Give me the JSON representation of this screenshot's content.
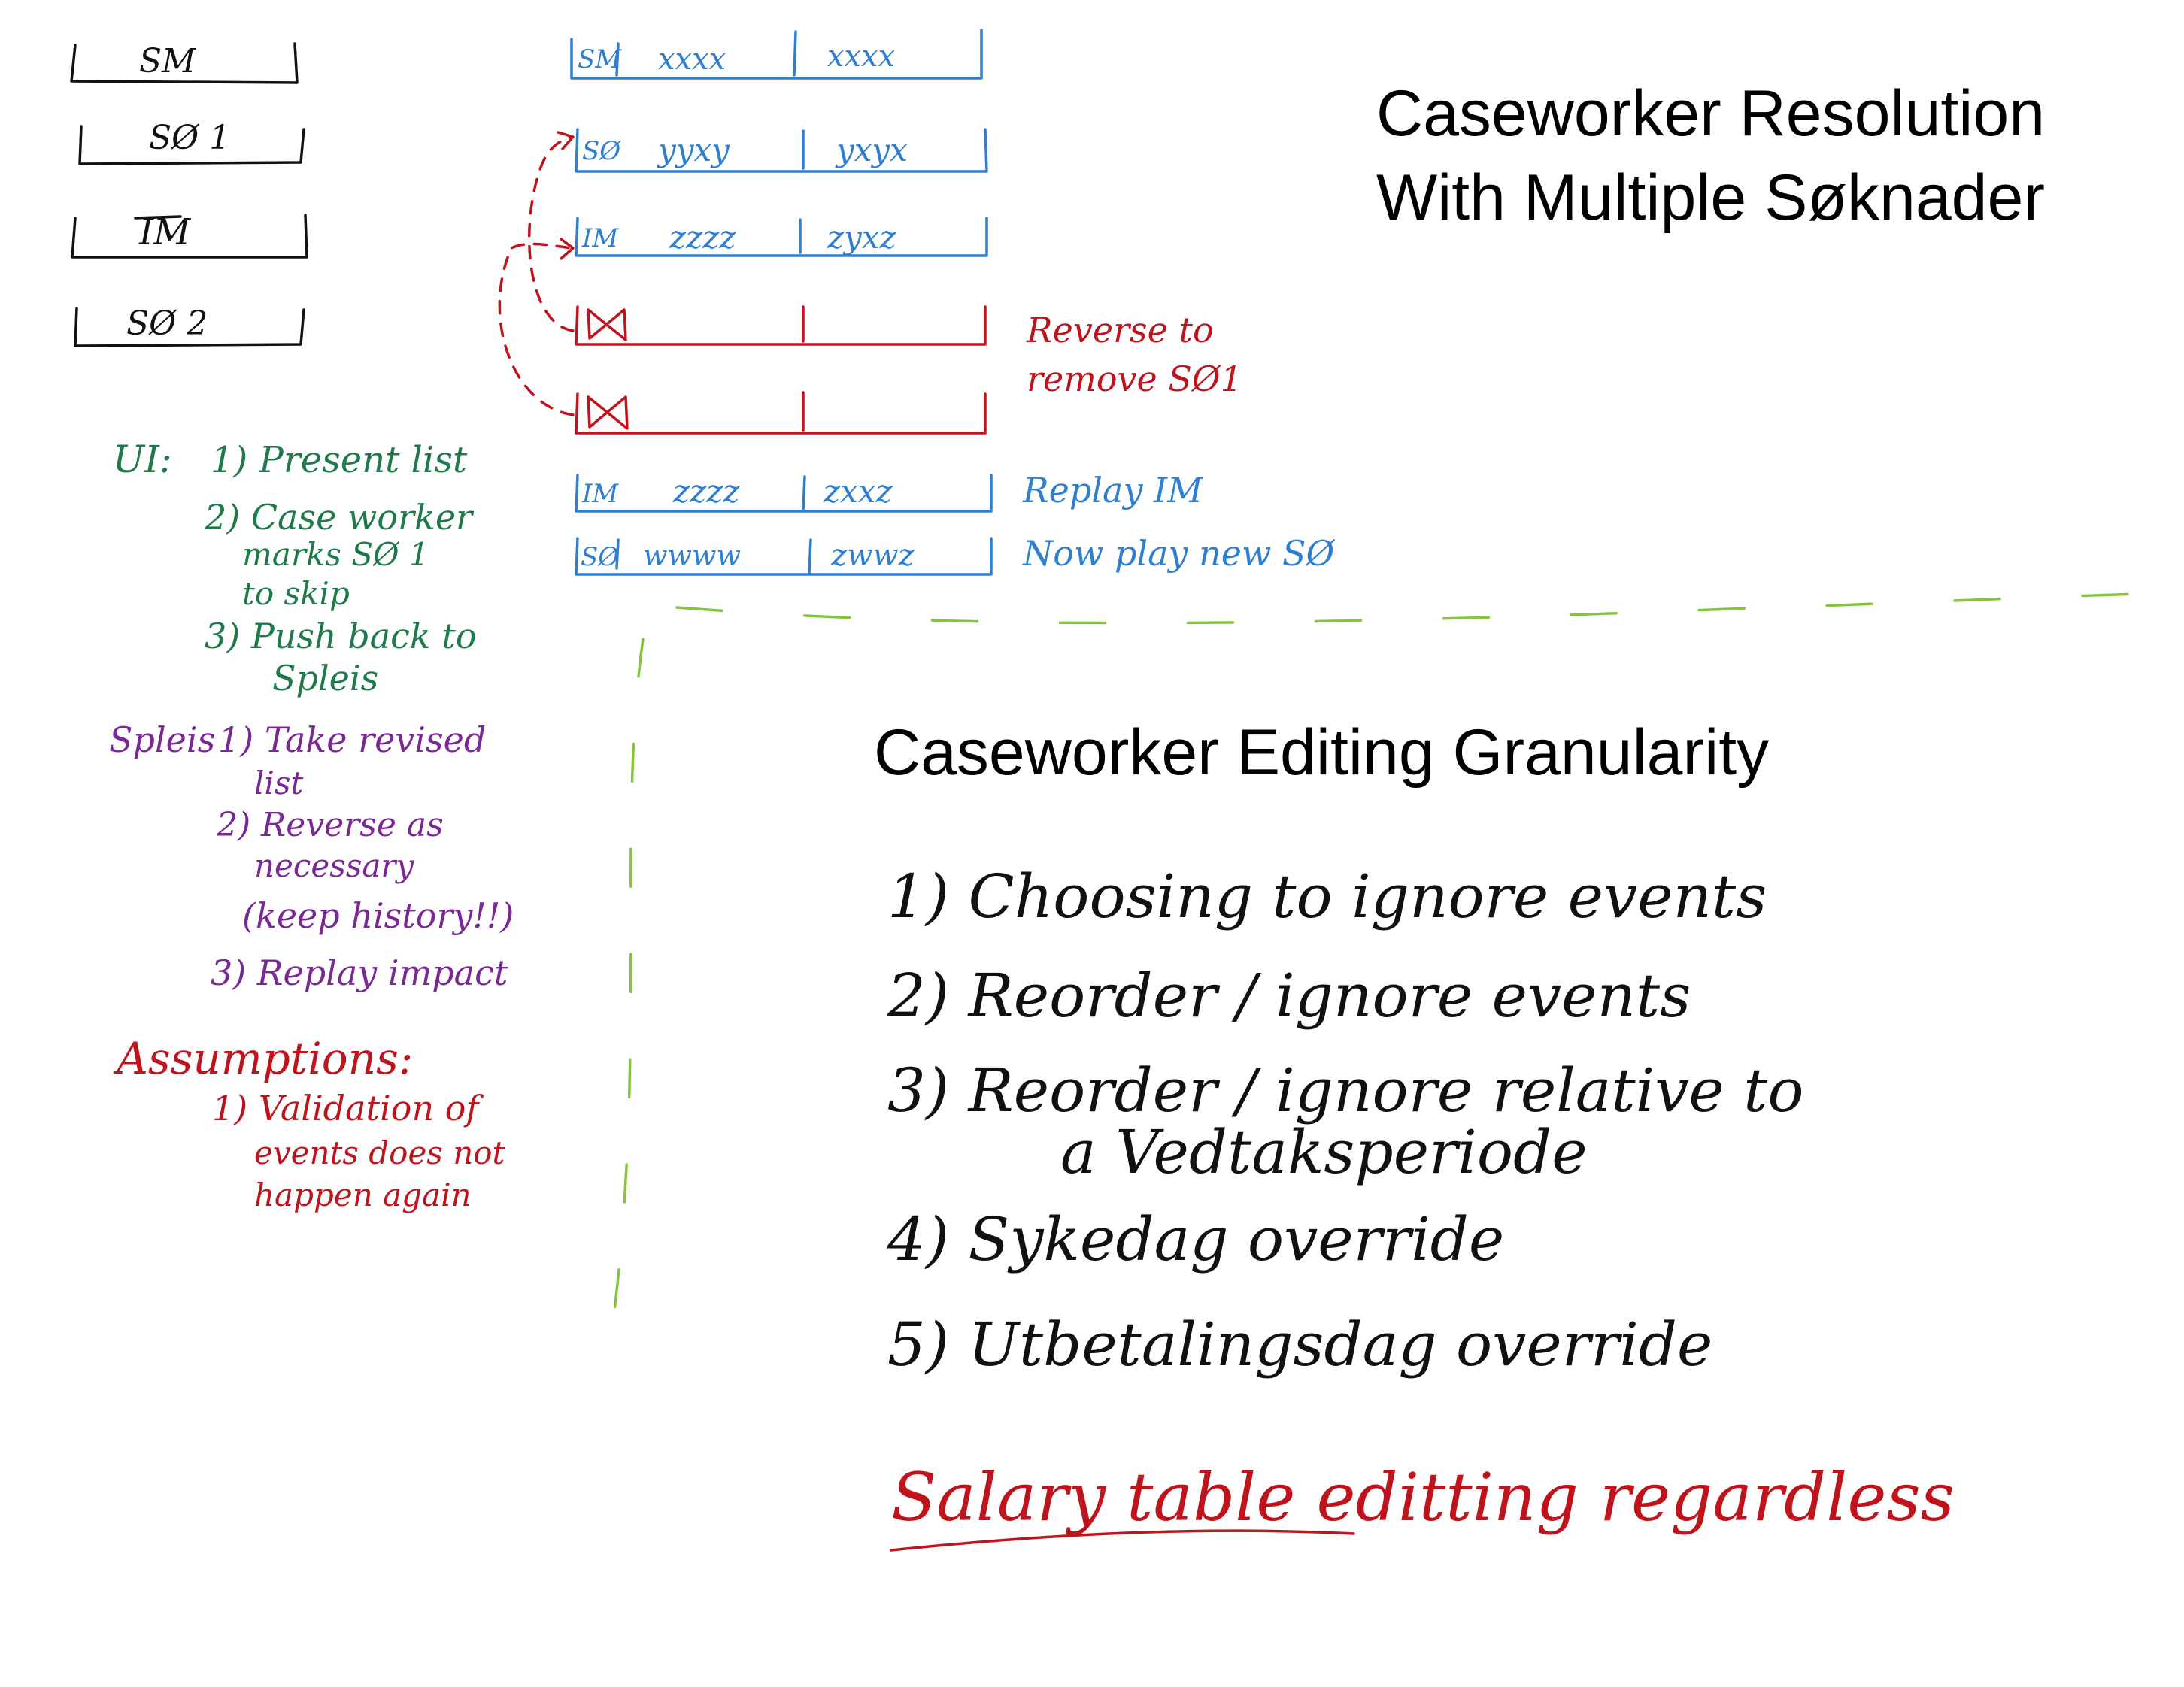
{
  "colors": {
    "black": "#111111",
    "blue": "#2f7fd1",
    "red": "#c0141c",
    "green": "#1f7a4a",
    "purple": "#7a2896",
    "lime": "#86c440"
  },
  "titles": {
    "resolution_line1": "Caseworker Resolution",
    "resolution_line2": "With Multiple Søknader",
    "granularity": "Caseworker Editing Granularity"
  },
  "original_list": {
    "items": [
      "SM",
      "SØ 1",
      "IM",
      "SØ 2"
    ]
  },
  "event_rows": [
    {
      "tag": "SM",
      "left": "xxxx",
      "right": "xxxx",
      "color": "blue"
    },
    {
      "tag": "SØ",
      "left": "yyxy",
      "right": "yxyx",
      "color": "blue"
    },
    {
      "tag": "IM",
      "left": "zzzz",
      "right": "zyxz",
      "color": "blue"
    },
    {
      "tag": "",
      "left": "",
      "right": "",
      "color": "red"
    },
    {
      "tag": "",
      "left": "",
      "right": "",
      "color": "red"
    },
    {
      "tag": "IM",
      "left": "zzzz",
      "right": "zxxz",
      "color": "blue"
    },
    {
      "tag": "SØ",
      "left": "wwww",
      "right": "zwwz",
      "color": "blue"
    }
  ],
  "row_notes": {
    "reverse_line1": "Reverse to",
    "reverse_line2": "remove SØ1",
    "replay_im": "Replay IM",
    "new_play": "Now play new SØ"
  },
  "ui_notes": {
    "heading": "UI:",
    "lines": [
      "1) Present list",
      "2) Case worker",
      "marks SØ 1",
      "to skip",
      "3) Push back to",
      "Spleis"
    ]
  },
  "spleis_notes": {
    "heading": "Spleis",
    "lines": [
      "1) Take revised",
      "list",
      "2) Reverse as",
      "necessary",
      "(keep history!!)",
      "3) Replay impact"
    ]
  },
  "assumptions": {
    "heading": "Assumptions:",
    "lines": [
      "1) Validation of",
      "events does not",
      "happen again"
    ]
  },
  "granularity_items": [
    "1) Choosing to ignore events",
    "2) Reorder / ignore events",
    "3) Reorder / ignore relative to",
    "a Vedtaksperiode",
    "4) Sykedag override",
    "5) Utbetalingsdag override"
  ],
  "salary_note": "Salary table editting regardless"
}
